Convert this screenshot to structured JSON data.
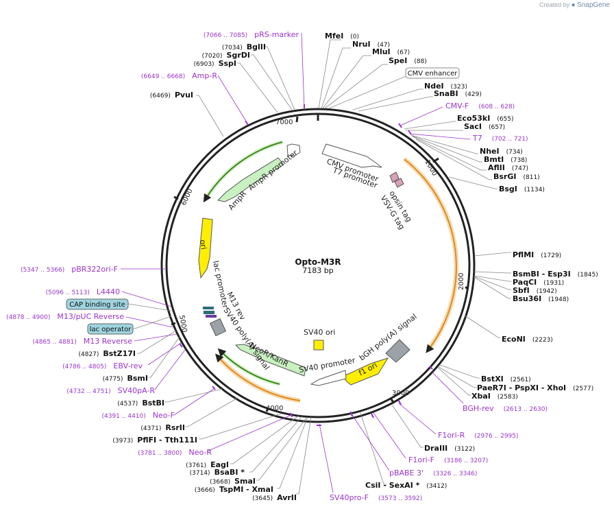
{
  "app": {
    "credit": "Created by",
    "brand": "SnapGene"
  },
  "plasmid": {
    "name": "Opto-M3R",
    "size_label": "7183 bp",
    "length": 7183
  },
  "colors": {
    "backbone": "#222222",
    "site": "#111111",
    "primer": "#9933cc",
    "orange_feature": "#e08a1e",
    "green_feature": "#3a8a1a",
    "promoter_fill": "#ffffff",
    "green_arrow_fill": "#c8f0c0",
    "ori_fill": "#ffee00",
    "grey_box": "#9ba3a8",
    "purple_box": "#b07ab8",
    "teal_label": "#9fd4df"
  },
  "ticks": [
    "1000",
    "2000",
    "3000",
    "4000",
    "5000",
    "6000",
    "7000"
  ],
  "sites": [
    {
      "name": "MfeI",
      "pos": "(0)",
      "side": "r"
    },
    {
      "name": "NruI",
      "pos": "(47)",
      "side": "r"
    },
    {
      "name": "MluI",
      "pos": "(67)",
      "side": "r"
    },
    {
      "name": "SpeI",
      "pos": "(88)",
      "side": "r"
    },
    {
      "name": "NdeI",
      "pos": "(323)",
      "side": "r"
    },
    {
      "name": "SnaBI",
      "pos": "(429)",
      "side": "r"
    },
    {
      "name": "Eco53kI",
      "pos": "(655)",
      "side": "r"
    },
    {
      "name": "SacI",
      "pos": "(657)",
      "side": "r"
    },
    {
      "name": "NheI",
      "pos": "(734)",
      "side": "r"
    },
    {
      "name": "BmtI",
      "pos": "(738)",
      "side": "r"
    },
    {
      "name": "AflII",
      "pos": "(747)",
      "side": "r"
    },
    {
      "name": "BsrGI",
      "pos": "(811)",
      "side": "r"
    },
    {
      "name": "BsgI",
      "pos": "(1134)",
      "side": "r"
    },
    {
      "name": "PflMI",
      "pos": "(1729)",
      "side": "r"
    },
    {
      "name": "BsmBI - Esp3I",
      "pos": "(1845)",
      "side": "r"
    },
    {
      "name": "PaqCI",
      "pos": "(1931)",
      "side": "r"
    },
    {
      "name": "SbfI",
      "pos": "(1942)",
      "side": "r"
    },
    {
      "name": "Bsu36I",
      "pos": "(1948)",
      "side": "r"
    },
    {
      "name": "EcoNI",
      "pos": "(2223)",
      "side": "r"
    },
    {
      "name": "BstXI",
      "pos": "(2561)",
      "side": "r"
    },
    {
      "name": "PaeR7I - PspXI - XhoI",
      "pos": "(2577)",
      "side": "r"
    },
    {
      "name": "XbaI",
      "pos": "(2583)",
      "side": "r"
    },
    {
      "name": "DraIII",
      "pos": "(3122)",
      "side": "r"
    },
    {
      "name": "CsiI - SexAI *",
      "pos": "(3412)",
      "side": "r"
    },
    {
      "name": "AvrII",
      "pos": "(3645)",
      "side": "l"
    },
    {
      "name": "TspMI - XmaI",
      "pos": "(3666)",
      "side": "l"
    },
    {
      "name": "SmaI",
      "pos": "(3668)",
      "side": "l"
    },
    {
      "name": "BsaBI *",
      "pos": "(3714)",
      "side": "l"
    },
    {
      "name": "EagI",
      "pos": "(3761)",
      "side": "l"
    },
    {
      "name": "PflFI - Tth111I",
      "pos": "(3973)",
      "side": "l"
    },
    {
      "name": "RsrII",
      "pos": "(4371)",
      "side": "l"
    },
    {
      "name": "BstBI",
      "pos": "(4537)",
      "side": "l"
    },
    {
      "name": "BsmI",
      "pos": "(4775)",
      "side": "l"
    },
    {
      "name": "BstZ17I",
      "pos": "(4827)",
      "side": "l"
    },
    {
      "name": "PvuI",
      "pos": "(6469)",
      "side": "l"
    },
    {
      "name": "SspI",
      "pos": "(6903)",
      "side": "l"
    },
    {
      "name": "SgrDI",
      "pos": "(7020)",
      "side": "l"
    },
    {
      "name": "BglII",
      "pos": "(7034)",
      "side": "l"
    }
  ],
  "primers": [
    {
      "name": "CMV-F",
      "range": "(608 .. 628)",
      "side": "r"
    },
    {
      "name": "T7",
      "range": "(702 .. 721)",
      "side": "r"
    },
    {
      "name": "BGH-rev",
      "range": "(2613 .. 2630)",
      "side": "r"
    },
    {
      "name": "F1ori-R",
      "range": "(2976 .. 2995)",
      "side": "r"
    },
    {
      "name": "F1ori-F",
      "range": "(3186 .. 3207)",
      "side": "r"
    },
    {
      "name": "pBABE 3'",
      "range": "(3326 .. 3346)",
      "side": "r"
    },
    {
      "name": "SV40pro-F",
      "range": "(3573 .. 3592)",
      "side": "r"
    },
    {
      "name": "Neo-R",
      "range": "(3781 .. 3800)",
      "side": "l"
    },
    {
      "name": "Neo-F",
      "range": "(4391 .. 4410)",
      "side": "l"
    },
    {
      "name": "SV40pA-R",
      "range": "(4732 .. 4751)",
      "side": "l"
    },
    {
      "name": "EBV-rev",
      "range": "(4786 .. 4805)",
      "side": "l"
    },
    {
      "name": "M13 Reverse",
      "range": "(4865 .. 4881)",
      "side": "l"
    },
    {
      "name": "M13/pUC Reverse",
      "range": "(4878 .. 4900)",
      "side": "l"
    },
    {
      "name": "L4440",
      "range": "(5096 .. 5113)",
      "side": "l"
    },
    {
      "name": "pBR322ori-F",
      "range": "(5347 .. 5366)",
      "side": "l"
    },
    {
      "name": "Amp-R",
      "range": "(6649 .. 6668)",
      "side": "l"
    },
    {
      "name": "pRS-marker",
      "range": "(7066 .. 7085)",
      "side": "l"
    }
  ],
  "boxed_labels": [
    {
      "name": "CMV enhancer"
    },
    {
      "name": "CAP binding site"
    },
    {
      "name": "lac operator"
    }
  ],
  "features": [
    {
      "name": "CMV promoter"
    },
    {
      "name": "T7 promoter"
    },
    {
      "name": "opsin tag"
    },
    {
      "name": "VSV-G tag"
    },
    {
      "name": "bGH poly(A) signal"
    },
    {
      "name": "f1 ori"
    },
    {
      "name": "SV40 promoter"
    },
    {
      "name": "SV40 ori"
    },
    {
      "name": "NeoR/KanR"
    },
    {
      "name": "SV40 poly(A) signal"
    },
    {
      "name": "M13 rev"
    },
    {
      "name": "lac promoter"
    },
    {
      "name": "ori"
    },
    {
      "name": "AmpR"
    },
    {
      "name": "AmpR promoter"
    }
  ]
}
